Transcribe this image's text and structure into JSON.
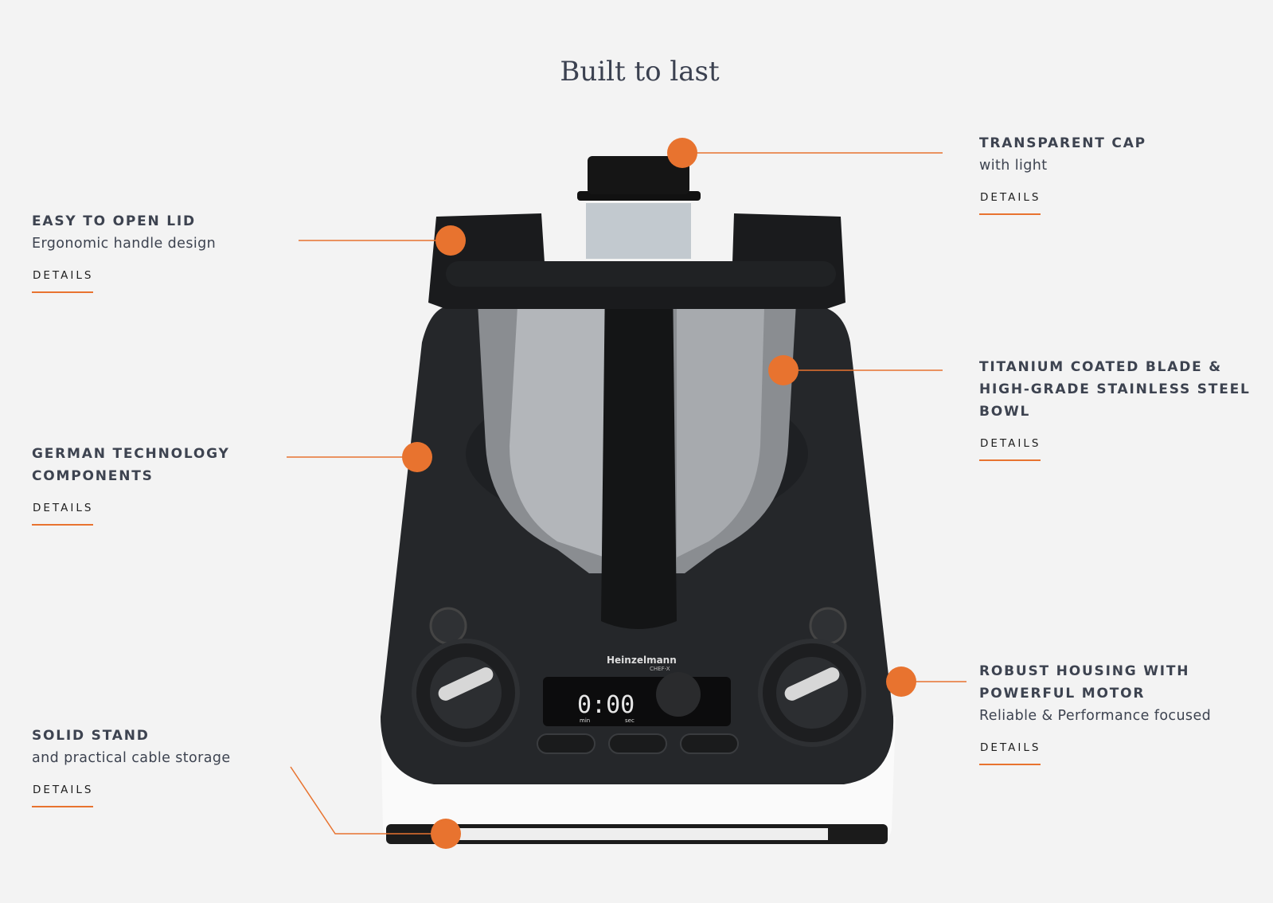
{
  "title": "Built to last",
  "accent_color": "#e8732f",
  "features": [
    {
      "heading": [
        "Easy to open lid"
      ],
      "subtitle": "Ergonomic handle design",
      "link": "DETAILS"
    },
    {
      "heading": [
        "German technology",
        "components"
      ],
      "subtitle": null,
      "link": "DETAILS"
    },
    {
      "heading": [
        "Solid stand"
      ],
      "subtitle": "and practical cable storage",
      "link": "DETAILS"
    },
    {
      "heading": [
        "Transparent cap"
      ],
      "subtitle": "with light",
      "link": "DETAILS"
    },
    {
      "heading": [
        "Titanium coated blade &",
        "high-grade stainless steel",
        "bowl"
      ],
      "subtitle": null,
      "link": "DETAILS"
    },
    {
      "heading": [
        "Robust housing with",
        "powerful motor"
      ],
      "subtitle": "Reliable & Performance focused",
      "link": "DETAILS"
    }
  ],
  "product": {
    "brand": "Heinzelmann",
    "model": "CHEF-X",
    "display": "0:00",
    "display_min": "min",
    "display_sec": "sec"
  }
}
